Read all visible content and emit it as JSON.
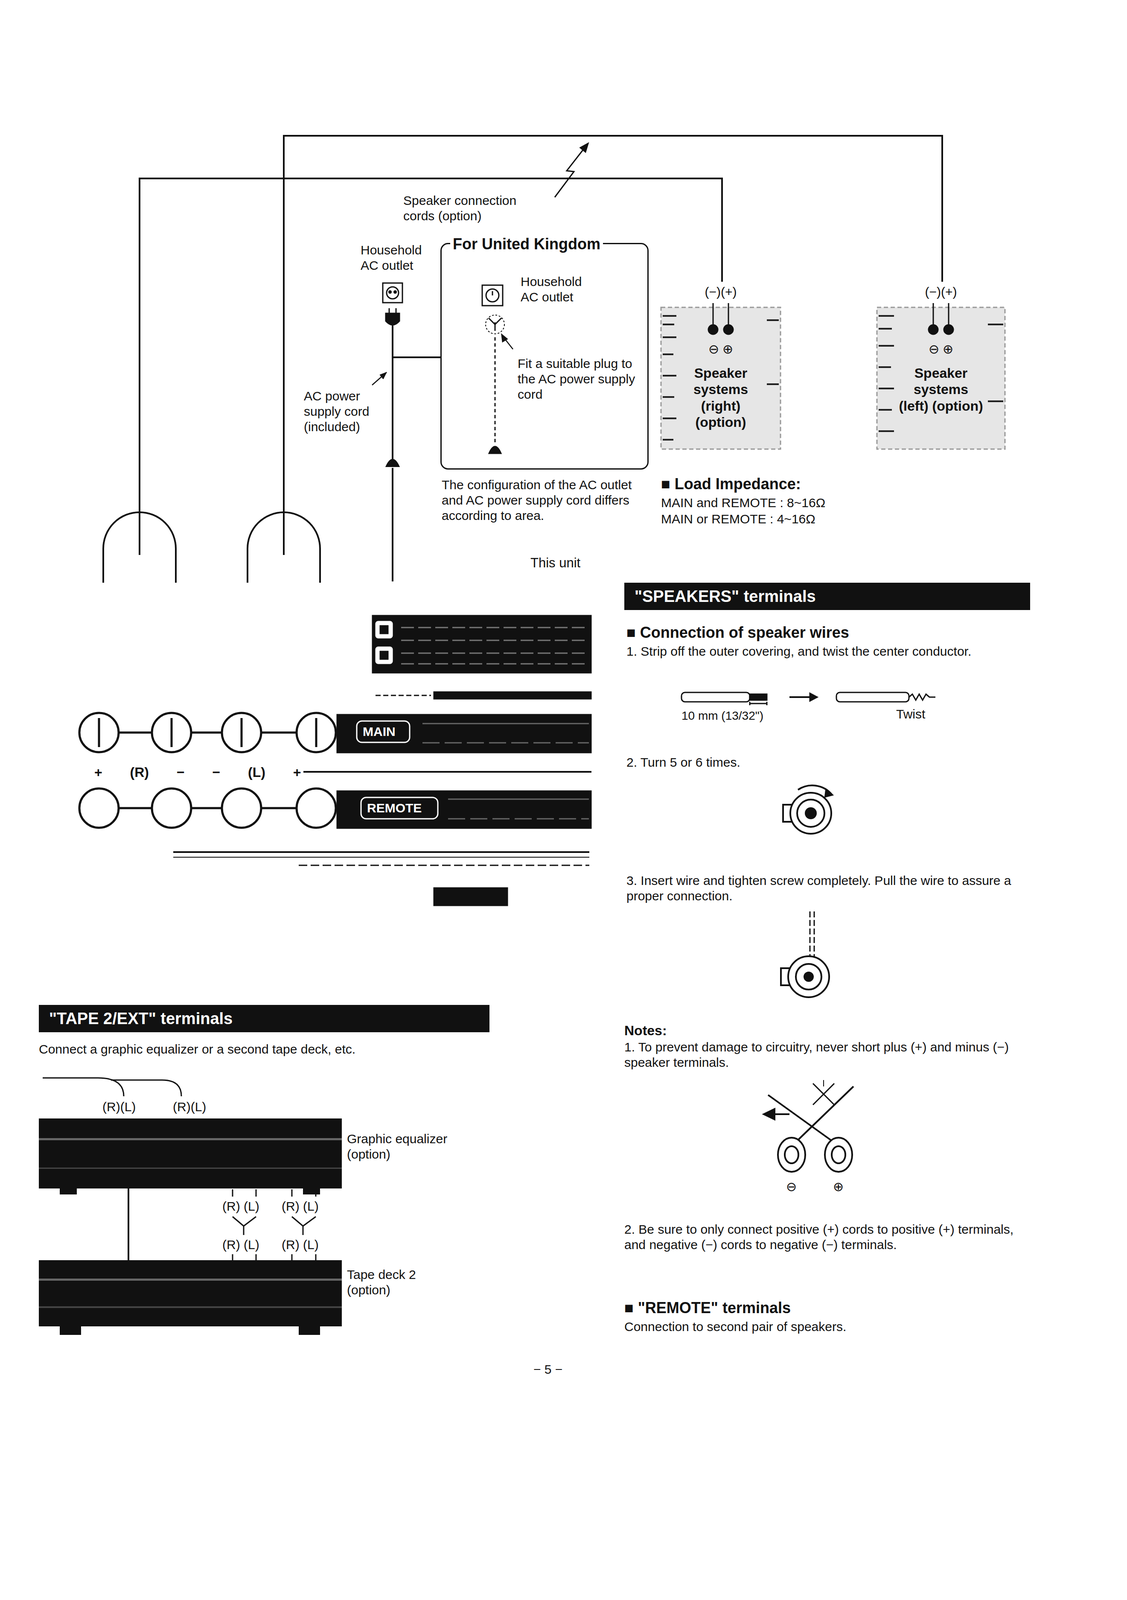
{
  "diagram": {
    "nodes": [
      {
        "text": [
          "For United Kingdom",
          "Household AC outlet",
          "Fit a suitable plug to the AC power supply cord"
        ]
      },
      {
        "text": [
          "(−)(+)",
          "⊖ ⊕",
          "Speaker systems (right) (option)"
        ]
      },
      {
        "text": [
          "(−)(+)",
          "⊖ ⊕",
          "Speaker systems (left) (option)"
        ]
      },
      {
        "text": [
          "This unit",
          "MAIN",
          "+ (R) − − (L) +",
          "REMOTE"
        ]
      },
      {
        "text": [
          "\"SPEAKERS\" terminals"
        ]
      },
      {
        "text": [
          "\"TAPE 2/EXT\" terminals"
        ]
      },
      {
        "text": [
          "Graphic equalizer (option)"
        ]
      },
      {
        "text": [
          "Tape deck 2 (option)"
        ]
      }
    ],
    "edges": [
      {
        "from": 3,
        "to": 1,
        "arrow": "none"
      },
      {
        "from": 3,
        "to": 2,
        "arrow": "none"
      },
      {
        "from": 6,
        "to": 7,
        "arrow": "none"
      }
    ],
    "labels": [
      "Speaker connection cords (option)",
      "Household AC outlet",
      "AC power supply cord (included)",
      "The configuration of the AC outlet and AC power supply cord differs according to area.",
      "■ Load Impedance:",
      "MAIN and REMOTE : 8~16Ω",
      "MAIN or REMOTE : 4~16Ω",
      "■ Connection of speaker wires",
      "1. Strip off the outer covering, and twist the center conductor.",
      "10 mm (13/32\")",
      "Twist",
      "2. Turn 5 or 6 times.",
      "3. Insert wire and tighten screw completely. Pull the wire to assure a proper connection.",
      "Notes:",
      "1. To prevent damage to circuitry, never short plus (+) and minus (−) speaker terminals.",
      "⊖",
      "⊕",
      "2. Be sure to only connect positive (+) cords to positive (+) terminals, and negative (−) cords to negative (−) terminals.",
      "■ \"REMOTE\" terminals",
      "Connection to second pair of speakers.",
      "Connect a graphic equalizer or a second tape deck, etc.",
      "(R)(L)",
      "(R)(L)",
      "(R) (L)",
      "(R) (L)",
      "(R) (L)",
      "(R) (L)",
      "− 5 −"
    ]
  }
}
